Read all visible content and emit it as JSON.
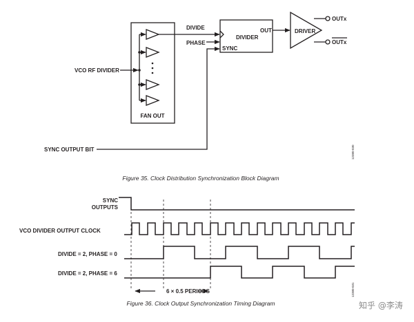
{
  "figure35": {
    "caption": "Figure 35. Clock Distribution Synchronization Block Diagram",
    "code": "12380-030",
    "labels": {
      "vco_rf_divider": "VCO RF DIVIDER",
      "fan_out": "FAN OUT",
      "divide": "DIVIDE",
      "phase": "PHASE",
      "sync": "SYNC",
      "divider": "DIVIDER",
      "out": "OUT",
      "driver": "DRIVER",
      "outx": "OUTx",
      "outx_bar": "OUTx",
      "sync_output_bit": "SYNC OUTPUT BIT"
    }
  },
  "figure36": {
    "caption": "Figure 36. Clock Output Synchronization Timing Diagram",
    "code": "12380-031",
    "signals": {
      "sync_line1": "SYNC",
      "sync_line2": "OUTPUTS",
      "vco_clock": "VCO DIVIDER OUTPUT CLOCK",
      "divide_phase0": "DIVIDE = 2, PHASE = 0",
      "divide_phase6": "DIVIDE = 2, PHASE = 6"
    },
    "annotation": "6 × 0.5 PERIODS"
  },
  "watermark": "知乎 @李涛"
}
